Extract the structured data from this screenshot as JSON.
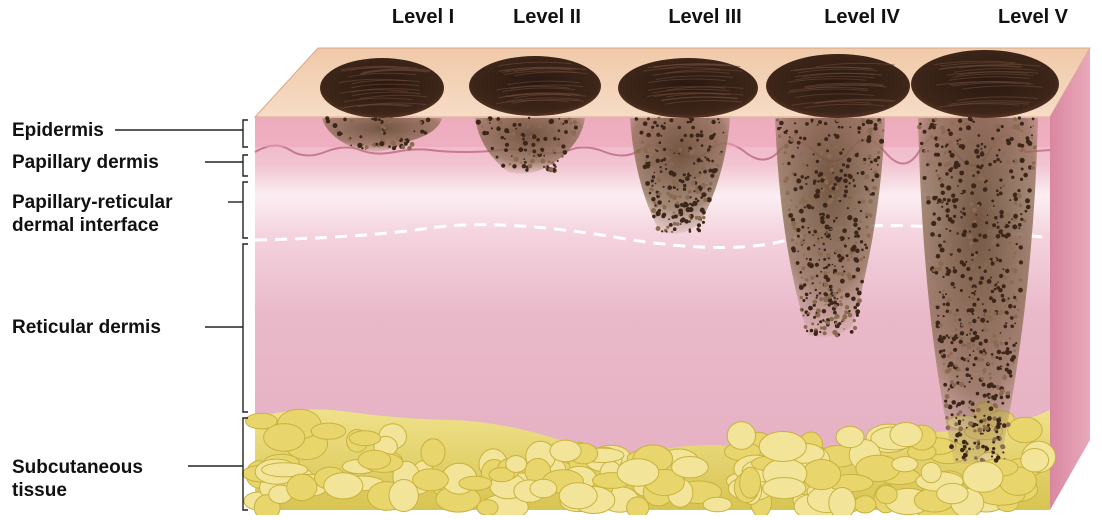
{
  "diagram": {
    "levels": [
      {
        "label": "Level I"
      },
      {
        "label": "Level II"
      },
      {
        "label": "Level III"
      },
      {
        "label": "Level IV"
      },
      {
        "label": "Level V"
      }
    ],
    "layers": [
      {
        "label": "Epidermis"
      },
      {
        "label": "Papillary dermis"
      },
      {
        "label": "Papillary-reticular",
        "label2": "dermal interface"
      },
      {
        "label": "Reticular dermis"
      },
      {
        "label": "Subcutaneous",
        "label2": "tissue"
      }
    ],
    "colors": {
      "skin_top": "#f3d2b6",
      "epidermis": "#eeb0c2",
      "dermis": "#e6b8c8",
      "reticular": "#e7b3c6",
      "fat": "#e4d468",
      "lesion": "#3a2318",
      "infiltrate": "#6b4f3a"
    }
  }
}
